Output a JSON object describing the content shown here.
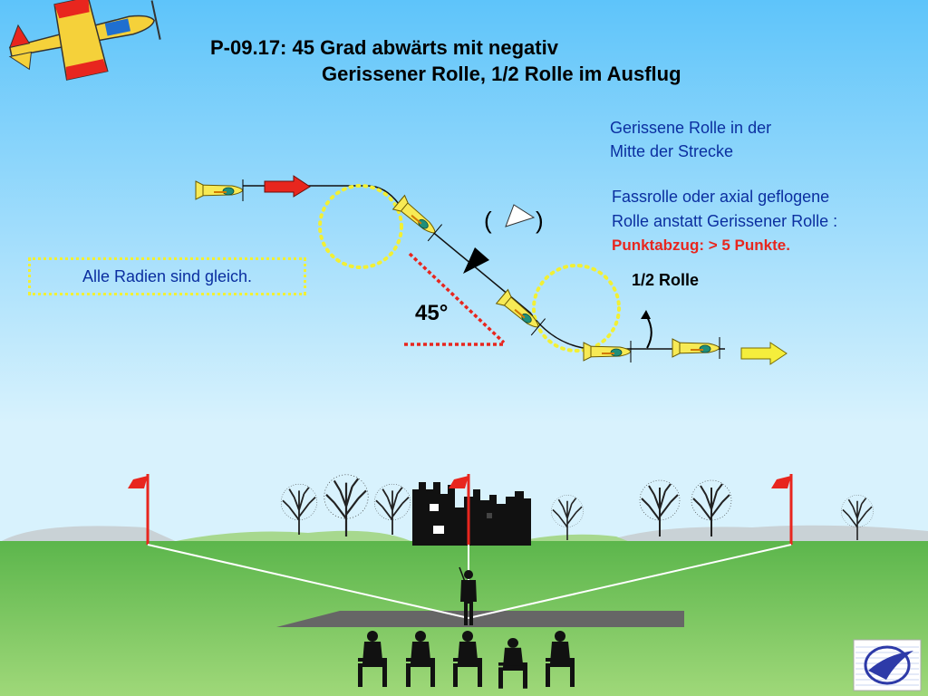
{
  "title": {
    "line1": "P-09.17:  45 Grad abwärts mit negativ",
    "line2": "Gerissener Rolle, 1/2 Rolle im Ausflug"
  },
  "notes": {
    "center_line1": "Gerissene Rolle in der",
    "center_line2": "Mitte der Strecke",
    "axial_line1": "Fassrolle oder axial geflogene",
    "axial_line2": "Rolle anstatt Gerissener Rolle :",
    "penalty": "Punktabzug: > 5 Punkte.",
    "half_roll": "1/2 Rolle",
    "radii": "Alle Radien sind gleich."
  },
  "angle_label": "45°",
  "paren_left": "(",
  "paren_right": ")",
  "colors": {
    "sky": "#63c8fa",
    "grass": "#5cb64c",
    "text_blue": "#0b2fa0",
    "penalty_red": "#e8261e",
    "dotted_yellow": "#f2f034",
    "arrow_red": "#e8261e",
    "arrow_yellow": "#f5ee3c",
    "plane_yellow": "#f7ea55"
  },
  "icons": [
    "airplane-logo-icon",
    "airplane-icon",
    "snap-roll-triangle-icon",
    "flag-icon",
    "tree-icon",
    "castle-icon",
    "pilot-icon",
    "judge-icon",
    "fai-logo-icon"
  ]
}
